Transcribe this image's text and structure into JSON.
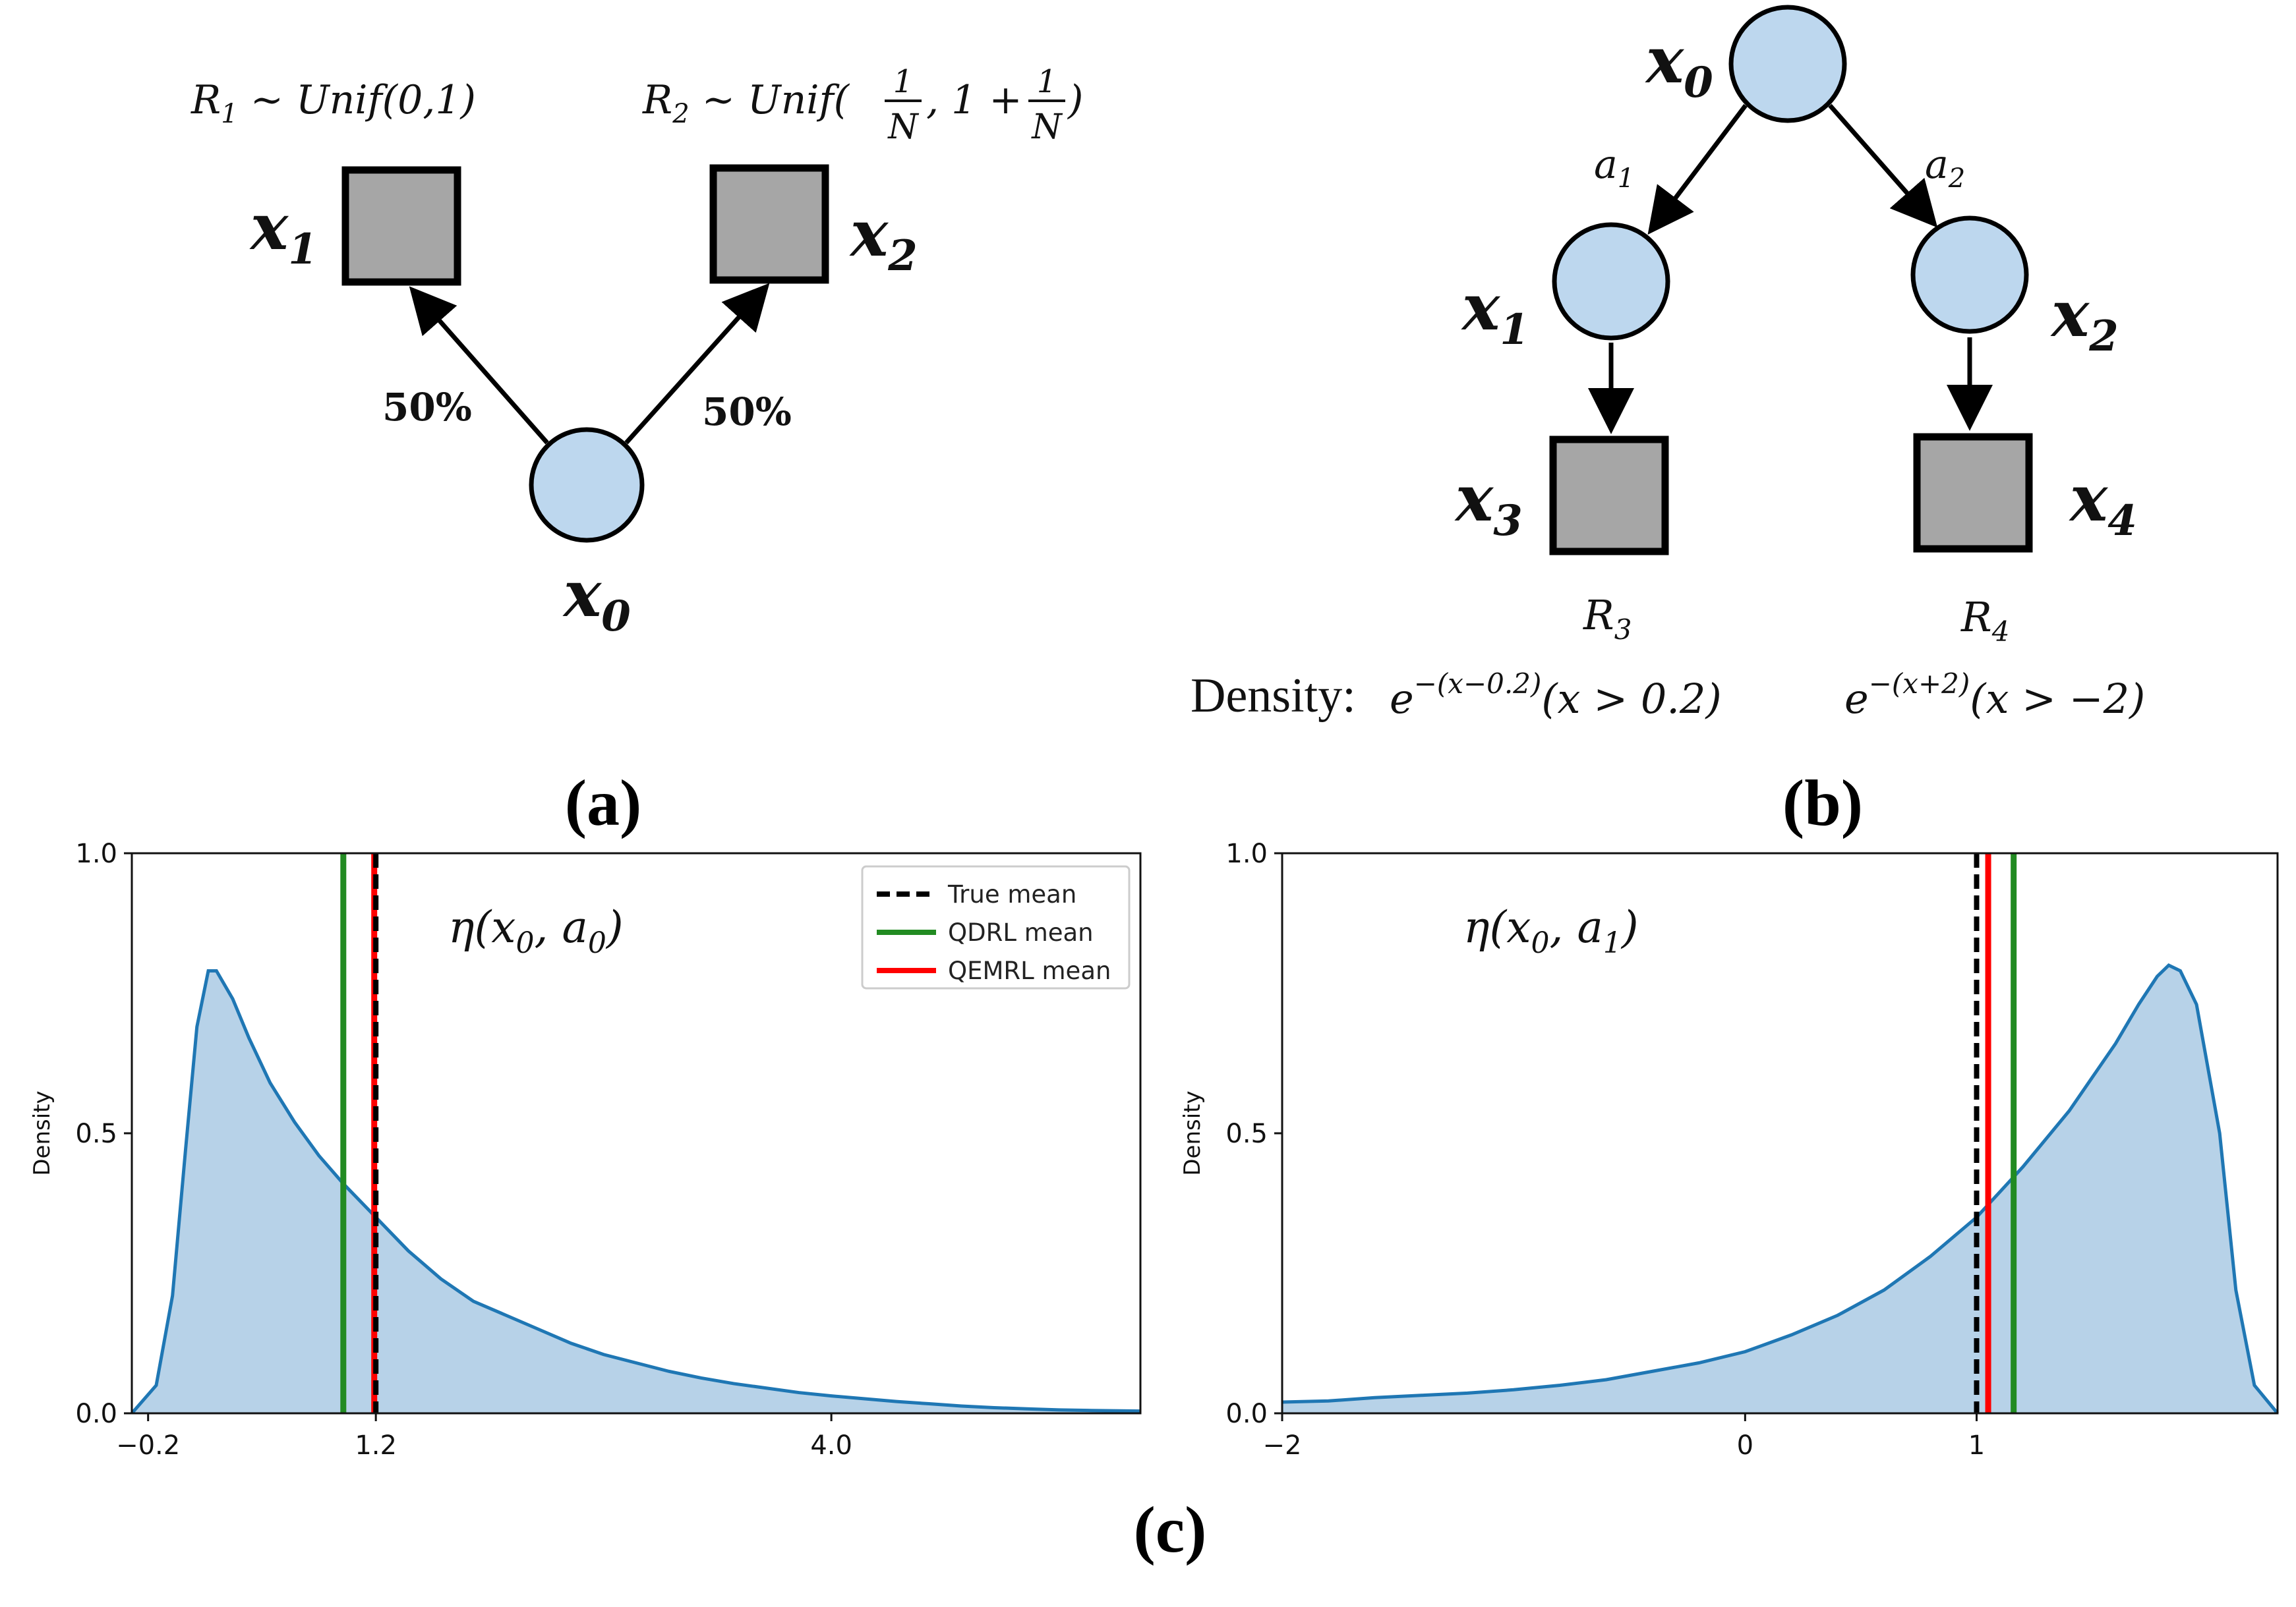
{
  "panel_a": {
    "caption": "(a)",
    "nodes": {
      "x0": {
        "base": "x",
        "sub": "0"
      },
      "x1": {
        "base": "x",
        "sub": "1"
      },
      "x2": {
        "base": "x",
        "sub": "2"
      }
    },
    "probs": {
      "left": "50%",
      "right": "50%"
    },
    "reward_x1": {
      "R": "R",
      "sub": "1",
      "rest": " ~ Unif(0,1)"
    },
    "reward_x2": {
      "R": "R",
      "sub": "2",
      "rest": " ~ Unif(",
      "frac1_num": "1",
      "frac1_den": "N",
      "mid": ", 1 + ",
      "frac2_num": "1",
      "frac2_den": "N",
      "close": ")"
    }
  },
  "panel_b": {
    "caption": "(b)",
    "nodes": {
      "x0": {
        "base": "x",
        "sub": "0"
      },
      "x1": {
        "base": "x",
        "sub": "1"
      },
      "x2": {
        "base": "x",
        "sub": "2"
      },
      "x3": {
        "base": "x",
        "sub": "3"
      },
      "x4": {
        "base": "x",
        "sub": "4"
      }
    },
    "actions": {
      "a1": {
        "base": "a",
        "sub": "1"
      },
      "a2": {
        "base": "a",
        "sub": "2"
      }
    },
    "rewards": {
      "r3": {
        "base": "R",
        "sub": "3"
      },
      "r4": {
        "base": "R",
        "sub": "4"
      }
    },
    "density_label": "Density:",
    "density_r3": {
      "base": "e",
      "exp": "−(x−0.2)",
      "rest": "(x > 0.2)"
    },
    "density_r4": {
      "base": "e",
      "exp": "−(x+2)",
      "rest": "(x > −2)"
    }
  },
  "panel_c": {
    "caption": "(c)"
  },
  "colors": {
    "node_fill": "#bdd7ee",
    "terminal_fill": "#a6a6a6",
    "curve": "#1f77b4",
    "fill": "#b7d2e8",
    "true_mean": "#000000",
    "qdrl_mean": "#228b22",
    "qemrl_mean": "#ff0000"
  },
  "chart_data": [
    {
      "type": "area",
      "annotation": {
        "base": "η(x",
        "sub0": "0",
        "mid": ", a",
        "sub1": "0",
        "close": ")"
      },
      "ylabel": "Density",
      "xlim": [
        -0.3,
        5.9
      ],
      "ylim": [
        0,
        1.0
      ],
      "xticks": [
        -0.2,
        1.2,
        4.0
      ],
      "xtick_labels": [
        "−0.2",
        "1.2",
        "4.0"
      ],
      "yticks": [
        0,
        0.5,
        1.0
      ],
      "ytick_labels": [
        "0.0",
        "0.5",
        "1.0"
      ],
      "x": [
        -0.3,
        -0.15,
        -0.05,
        0.03,
        0.1,
        0.17,
        0.22,
        0.32,
        0.42,
        0.55,
        0.7,
        0.85,
        1.0,
        1.2,
        1.4,
        1.6,
        1.8,
        2.0,
        2.2,
        2.4,
        2.6,
        2.8,
        3.0,
        3.2,
        3.4,
        3.6,
        3.8,
        4.0,
        4.2,
        4.4,
        4.6,
        4.8,
        5.0,
        5.2,
        5.4,
        5.6,
        5.9
      ],
      "y": [
        0.0,
        0.05,
        0.21,
        0.47,
        0.69,
        0.79,
        0.79,
        0.74,
        0.67,
        0.59,
        0.52,
        0.46,
        0.41,
        0.35,
        0.29,
        0.24,
        0.2,
        0.175,
        0.15,
        0.125,
        0.105,
        0.09,
        0.075,
        0.063,
        0.053,
        0.045,
        0.037,
        0.031,
        0.026,
        0.021,
        0.017,
        0.013,
        0.01,
        0.008,
        0.006,
        0.005,
        0.004
      ],
      "legend": {
        "placement": "top-right",
        "entries": [
          {
            "name": "True mean",
            "style": "dashed",
            "color": "#000000"
          },
          {
            "name": "QDRL mean",
            "style": "solid",
            "color": "#228b22"
          },
          {
            "name": "QEMRL mean",
            "style": "solid",
            "color": "#ff0000"
          }
        ]
      },
      "means": {
        "true": 1.2,
        "qdrl": 1.0,
        "qemrl": 1.19
      }
    },
    {
      "type": "area",
      "annotation": {
        "base": "η(x",
        "sub0": "0",
        "mid": ", a",
        "sub1": "1",
        "close": ")"
      },
      "ylabel": "Density",
      "xlim": [
        -2.0,
        2.3
      ],
      "ylim": [
        0,
        1.0
      ],
      "xticks": [
        -2,
        0,
        1
      ],
      "xtick_labels": [
        "−2",
        "0",
        "1"
      ],
      "yticks": [
        0,
        0.5,
        1.0
      ],
      "ytick_labels": [
        "0.0",
        "0.5",
        "1.0"
      ],
      "x": [
        -2.0,
        -1.8,
        -1.6,
        -1.4,
        -1.2,
        -1.0,
        -0.8,
        -0.6,
        -0.4,
        -0.2,
        0.0,
        0.2,
        0.4,
        0.6,
        0.8,
        1.0,
        1.2,
        1.4,
        1.6,
        1.7,
        1.78,
        1.83,
        1.88,
        1.95,
        2.05,
        2.12,
        2.2,
        2.3
      ],
      "y": [
        0.02,
        0.022,
        0.028,
        0.032,
        0.036,
        0.042,
        0.05,
        0.06,
        0.075,
        0.09,
        0.11,
        0.14,
        0.175,
        0.22,
        0.28,
        0.35,
        0.44,
        0.54,
        0.66,
        0.73,
        0.78,
        0.8,
        0.79,
        0.73,
        0.5,
        0.22,
        0.05,
        0.0
      ],
      "means": {
        "true": 1.0,
        "qdrl": 1.16,
        "qemrl": 1.05
      }
    }
  ]
}
